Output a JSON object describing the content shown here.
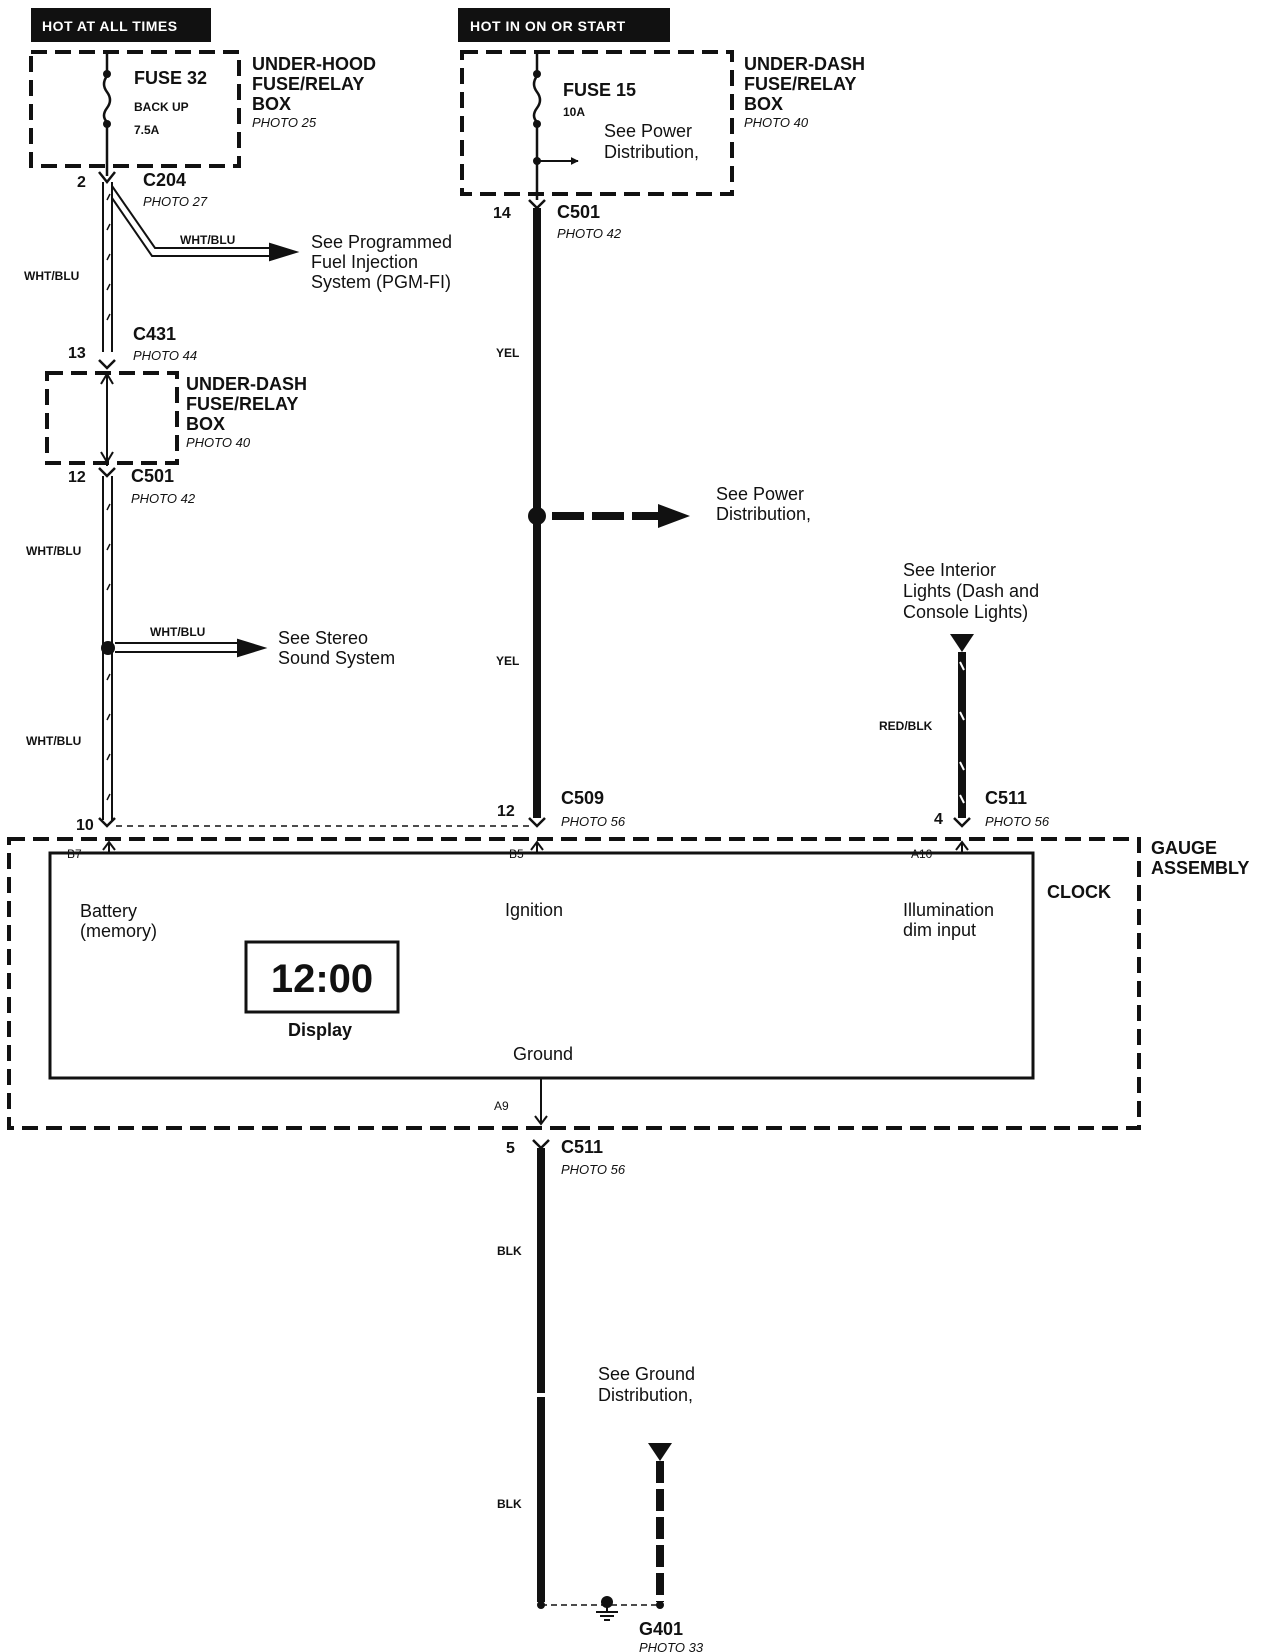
{
  "headers": {
    "hot_at_all_times": "HOT AT ALL TIMES",
    "hot_in_on_or_start": "HOT IN ON OR START"
  },
  "fuse_boxes": {
    "underhood": {
      "name_line1": "UNDER-HOOD",
      "name_line2": "FUSE/RELAY",
      "name_line3": "BOX",
      "photo": "PHOTO 25",
      "fuse": "FUSE 32",
      "fuse_desc": "BACK UP",
      "rating": "7.5A"
    },
    "underdash_top": {
      "name_line1": "UNDER-DASH",
      "name_line2": "FUSE/RELAY",
      "name_line3": "BOX",
      "photo": "PHOTO 40",
      "fuse": "FUSE 15",
      "rating": "10A",
      "ref_line1": "See Power",
      "ref_line2": "Distribution,"
    },
    "underdash_mid": {
      "name_line1": "UNDER-DASH",
      "name_line2": "FUSE/RELAY",
      "name_line3": "BOX",
      "photo": "PHOTO 40"
    }
  },
  "connectors": {
    "c204": {
      "id": "C204",
      "pin": "2",
      "photo": "PHOTO 27"
    },
    "c431": {
      "id": "C431",
      "pin": "13",
      "photo": "PHOTO 44"
    },
    "c501_left": {
      "id": "C501",
      "pin": "12",
      "photo": "PHOTO 42"
    },
    "c501_top": {
      "id": "C501",
      "pin": "14",
      "photo": "PHOTO 42"
    },
    "c509": {
      "id": "C509",
      "pin": "12",
      "photo": "PHOTO 56"
    },
    "c511_top": {
      "id": "C511",
      "pin": "4",
      "photo": "PHOTO 56"
    },
    "c511_bottom": {
      "id": "C511",
      "pin": "5",
      "photo": "PHOTO 56"
    },
    "left_pin_10": "10"
  },
  "wires": {
    "wht_blu": "WHT/BLU",
    "yel": "YEL",
    "red_blk": "RED/BLK",
    "blk": "BLK"
  },
  "references": {
    "pgmfi_line1": "See Programmed",
    "pgmfi_line2": "Fuel Injection",
    "pgmfi_line3": "System (PGM-FI)",
    "stereo_line1": "See Stereo",
    "stereo_line2": "Sound System",
    "power_line1": "See Power",
    "power_line2": "Distribution,",
    "interior_line1": "See Interior",
    "interior_line2": "Lights (Dash and",
    "interior_line3": "Console Lights)",
    "ground_line1": "See Ground",
    "ground_line2": "Distribution,"
  },
  "gauge_assembly": {
    "label_line1": "GAUGE",
    "label_line2": "ASSEMBLY",
    "clock_label": "CLOCK",
    "battery_line1": "Battery",
    "battery_line2": "(memory)",
    "ignition": "Ignition",
    "illum_line1": "Illumination",
    "illum_line2": "dim input",
    "ground": "Ground",
    "display_time": "12:00",
    "display_label": "Display",
    "pin_b7": "B7",
    "pin_b5": "B5",
    "pin_a10": "A10",
    "pin_a9": "A9"
  },
  "ground_point": {
    "id": "G401",
    "photo": "PHOTO 33"
  }
}
